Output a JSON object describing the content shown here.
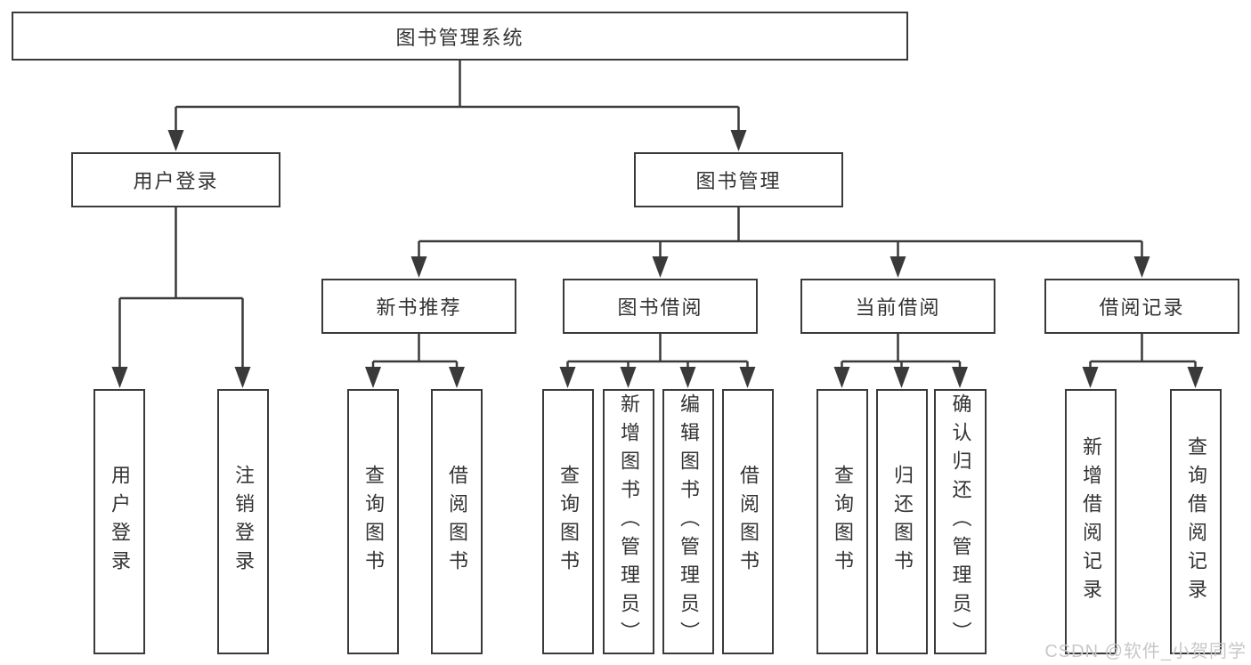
{
  "diagram": {
    "root": {
      "label": "图书管理系统"
    },
    "branches": [
      {
        "label": "用户登录",
        "children": [
          {
            "label": "用户登录"
          },
          {
            "label": "注销登录"
          }
        ]
      },
      {
        "label": "图书管理",
        "children": [
          {
            "label": "新书推荐",
            "children": [
              {
                "label": "查询图书"
              },
              {
                "label": "借阅图书"
              }
            ]
          },
          {
            "label": "图书借阅",
            "children": [
              {
                "label": "查询图书"
              },
              {
                "label": "新增图书（管理员）"
              },
              {
                "label": "编辑图书（管理员）"
              },
              {
                "label": "借阅图书"
              }
            ]
          },
          {
            "label": "当前借阅",
            "children": [
              {
                "label": "查询图书"
              },
              {
                "label": "归还图书"
              },
              {
                "label": "确认归还（管理员）"
              }
            ]
          },
          {
            "label": "借阅记录",
            "children": [
              {
                "label": "新增借阅记录"
              },
              {
                "label": "查询借阅记录"
              }
            ]
          }
        ]
      }
    ]
  },
  "watermark": {
    "text": "CSDN @软件_小贺同学"
  },
  "colors": {
    "line": "#3a3a3a",
    "text": "#333333",
    "box_background": "#ffffff",
    "watermark": "#c8c8c8"
  }
}
